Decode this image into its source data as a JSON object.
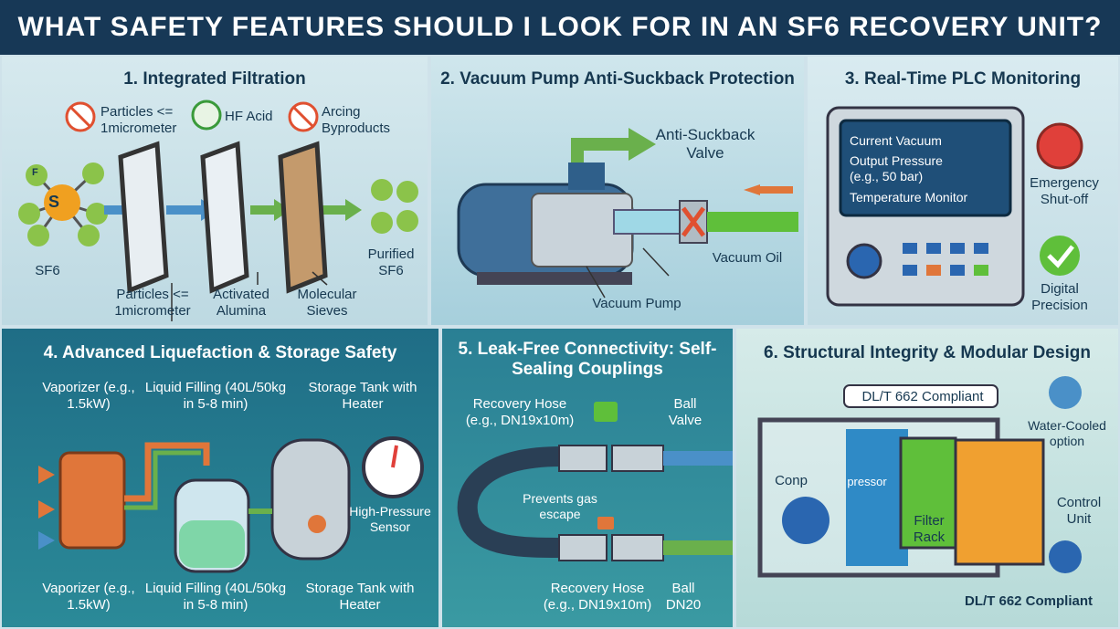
{
  "title": "WHAT SAFETY FEATURES SHOULD I LOOK FOR IN AN SF6 RECOVERY UNIT?",
  "panel1": {
    "title": "1. Integrated Filtration",
    "molecule_center": "S",
    "molecule_atom": "F",
    "sf6": "SF6",
    "top_labels": [
      "Particles <= 1micrometer",
      "HF Acid",
      "Arcing Byproducts"
    ],
    "bottom_labels": [
      "Particles <= 1micrometer",
      "Activated Alumina",
      "Molecular Sieves"
    ],
    "purified": "Purified SF6"
  },
  "panel2": {
    "title": "2. Vacuum Pump Anti-Suckback Protection",
    "valve_label": "Anti-Suckback Valve",
    "oil_label": "Vacuum Oil",
    "pump_label": "Vacuum Pump"
  },
  "panel3": {
    "title": "3. Real-Time PLC Monitoring",
    "screen_lines": [
      "Current Vacuum",
      "Output Pressure (e.g., 50 bar)",
      "Temperature Monitor"
    ],
    "emergency": "Emergency Shut-off",
    "digital": "Digital Precision"
  },
  "panel4": {
    "title": "4. Advanced Liquefaction & Storage Safety",
    "top_labels": [
      "Vaporizer (e.g., 1.5kW)",
      "Liquid Filling (40L/50kg in 5-8 min)",
      "Storage Tank with Heater"
    ],
    "sensor": "High-Pressure Sensor",
    "bottom_labels": [
      "Vaporizer (e.g., 1.5kW)",
      "Liquid Filling (40L/50kg in 5-8 min)",
      "Storage Tank with Heater"
    ]
  },
  "panel5": {
    "title": "5. Leak-Free Connectivity: Self-Sealing Couplings",
    "hose_top": "Recovery Hose (e.g., DN19x10m)",
    "valve_top": "Ball Valve",
    "prevents": "Prevents gas escape",
    "hose_bottom": "Recovery Hose (e.g., DN19x10m)",
    "ball_bottom": "Ball DN20"
  },
  "panel6": {
    "title": "6. Structural Integrity & Modular Design",
    "compliance_top": "DL/T 662 Compliant",
    "comp": "Conp",
    "pressor": "pressor",
    "filter": "Filter Rack",
    "water": "Water-Cooled option",
    "control": "Control Unit",
    "compliance_bottom": "DL/T 662 Compliant"
  }
}
